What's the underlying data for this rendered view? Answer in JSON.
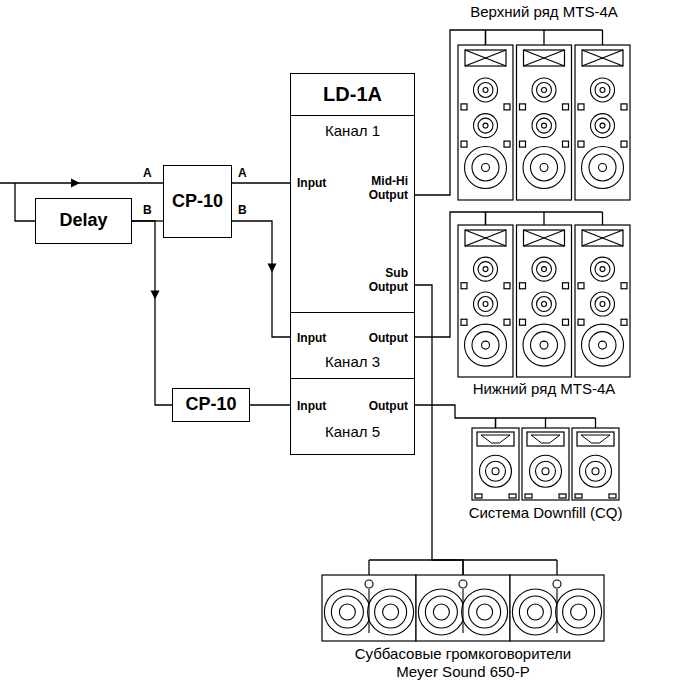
{
  "diagram": {
    "nodes": [
      {
        "text": [
          "Верхний ряд MTS-4A"
        ]
      },
      {
        "text": [
          "CP-10"
        ]
      },
      {
        "text": [
          "Delay"
        ]
      },
      {
        "text": [
          "LD-1A"
        ]
      },
      {
        "text": [
          "Канал 1",
          "Input",
          "Mid-Hi Output",
          "Sub Output"
        ],
        "in": 3
      },
      {
        "text": [
          "Input",
          "Output",
          "Канал 3"
        ],
        "in": 3
      },
      {
        "text": [
          "Input",
          "Output",
          "Канал 5"
        ],
        "in": 3
      },
      {
        "text": [
          "CP-10"
        ]
      },
      {
        "text": [
          "Нижний ряд MTS-4A"
        ]
      },
      {
        "text": [
          "Система Downfill (CQ)"
        ]
      },
      {
        "text": [
          "Суббасовые громкоговорители Meyer Sound 650-P"
        ]
      }
    ],
    "edges": [
      {
        "from": 1,
        "to": 4,
        "arrow": "none"
      },
      {
        "from": 1,
        "to": 5,
        "arrow": "to"
      },
      {
        "from": 2,
        "to": 1,
        "arrow": "none"
      },
      {
        "from": 2,
        "to": 7,
        "arrow": "to"
      },
      {
        "from": 7,
        "to": 6,
        "arrow": "none"
      },
      {
        "from": 4,
        "to": 0,
        "arrow": "none"
      },
      {
        "from": 5,
        "to": 8,
        "arrow": "none"
      },
      {
        "from": 6,
        "to": 9,
        "arrow": "none"
      },
      {
        "from": 4,
        "to": 10,
        "arrow": "none"
      }
    ],
    "labels": [
      "A",
      "B",
      "A",
      "B"
    ]
  }
}
